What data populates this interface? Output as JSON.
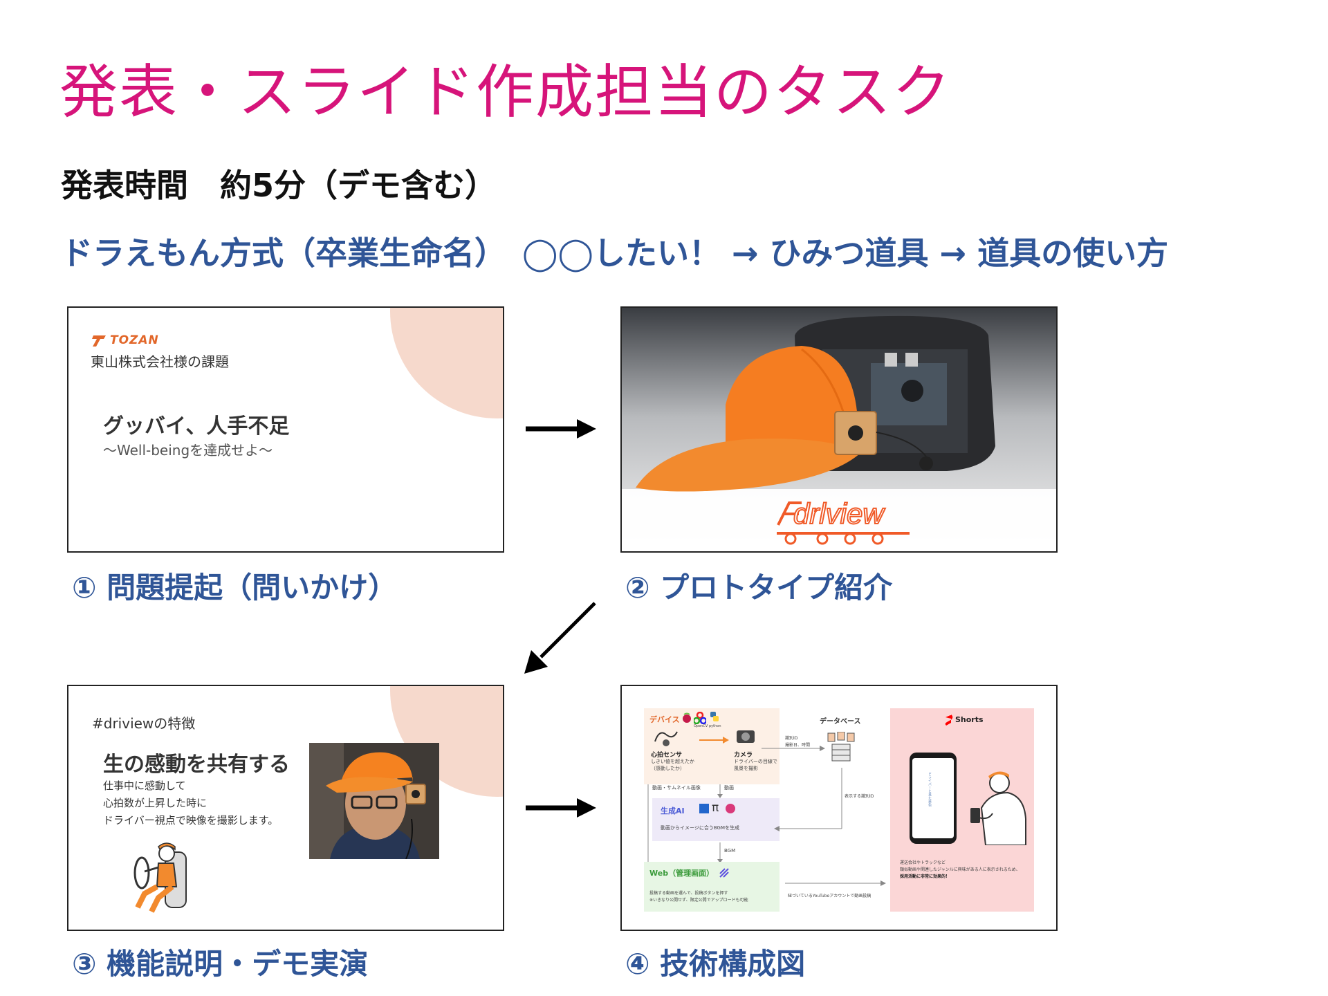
{
  "title": "発表・スライド作成担当のタスク",
  "duration": "発表時間　約5分（デモ含む）",
  "method": "ドラえもん方式（卒業生命名）　◯◯したい！ → ひみつ道具 → 道具の使い方",
  "colors": {
    "title": "#d6147a",
    "heading": "#2f5597",
    "accent": "#f39a3a"
  },
  "steps": [
    {
      "caption": "① 問題提起（問いかけ）",
      "slide": {
        "logo": "TOZAN",
        "company": "東山株式会社様の課題",
        "headline": "グッバイ、人手不足",
        "subtitle": "〜Well-beingを達成せよ〜"
      }
    },
    {
      "caption": "② プロトタイプ紹介",
      "slide": {
        "brand": "drlview"
      }
    },
    {
      "caption": "③ 機能説明・デモ実演",
      "slide": {
        "tag": "#driviewの特徴",
        "headline": "生の感動を共有する",
        "body": [
          "仕事中に感動して",
          "心拍数が上昇した時に",
          "ドライバー視点で映像を撮影します。"
        ]
      }
    },
    {
      "caption": "④ 技術構成図",
      "slide": {
        "device_title": "デバイス",
        "device_logos": [
          "OpenCV",
          "python"
        ],
        "sensor": "心拍センサ",
        "sensor_desc": [
          "しきい値を超えたか",
          "（感動したか）"
        ],
        "camera": "カメラ",
        "camera_desc": [
          "ドライバーの目線で",
          "風景を撮影"
        ],
        "video_label": "動画・サムネイル画像",
        "video_label2": "動画",
        "ai_title": "生成AI",
        "ai_desc": "動画からイメージに合うBGMを生成",
        "bgm": "BGM",
        "web_title": "Web（管理画面）",
        "web_desc": [
          "投稿する動画を選んで、投稿ボタンを押す",
          "※いきなり公開せず、限定公開でアップロードも可能"
        ],
        "db_title": "データベース",
        "db_ids": [
          "識別ID",
          "撮影日、時間"
        ],
        "db_display": "表示する識別ID",
        "youtube_post": "紐づいているYouTubeアカウントで動画投稿",
        "shorts": "Shorts",
        "phone_text": "ドライバーと見た景色",
        "shorts_desc": [
          "運送会社やトラックなど",
          "類似動画や関連したジャンルに興味がある人に表示されるため、",
          "採用活動に非常に効果的！"
        ]
      }
    }
  ]
}
